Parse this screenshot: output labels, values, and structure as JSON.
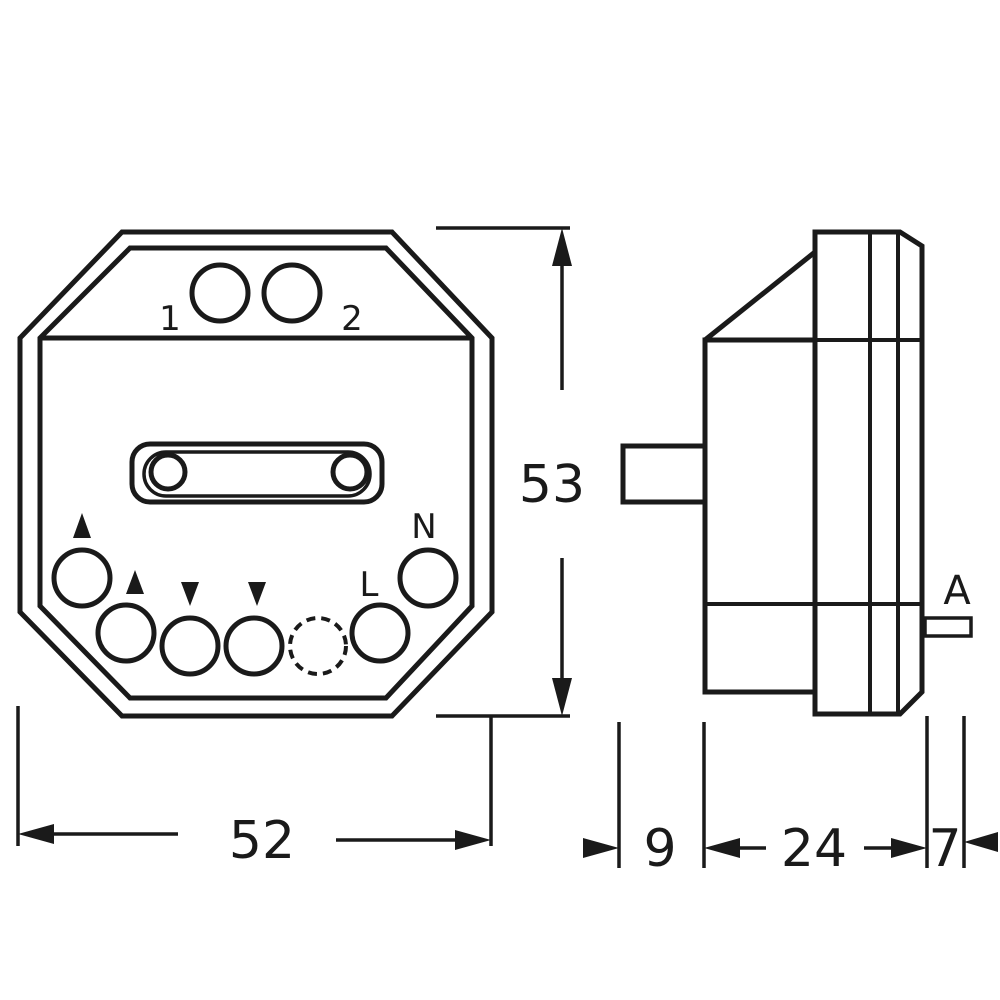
{
  "front_view": {
    "terminal_labels": {
      "t1": "1",
      "t2": "2",
      "n": "N",
      "l": "L"
    }
  },
  "side_view": {
    "connector_label": "A"
  },
  "dimensions": {
    "width": "52",
    "height": "53",
    "protrusion": "9",
    "body_depth": "24",
    "front_depth": "7"
  },
  "colors": {
    "line": "#1a1a1a",
    "background": "#ffffff"
  }
}
